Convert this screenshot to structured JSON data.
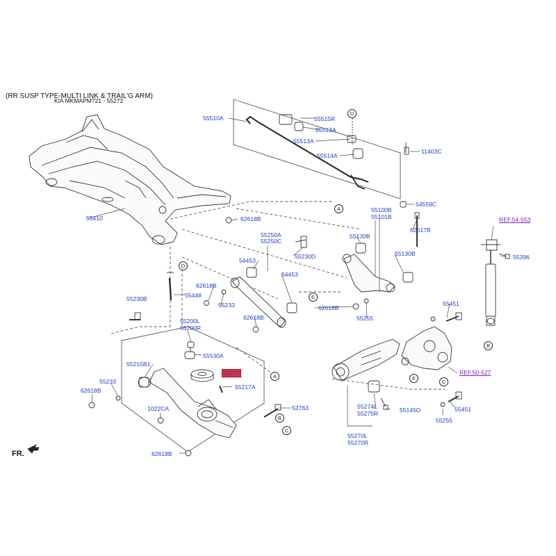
{
  "header": {
    "title": "(RR SUSP TYPE-MULTI LINK & TRAIL'G ARM)",
    "subtitle": "KIA MKMAPM721 - 55272"
  },
  "direction_label": "FR.",
  "highlighted_part": "55272",
  "colors": {
    "label": "#1a3fc4",
    "ref": "#7a1fa8",
    "highlight": "#e0333e",
    "line": "#333333"
  },
  "parts": {
    "p55510A": "55510A",
    "p55515R": "55515R",
    "p55513A_1": "55513A",
    "p55513A_2": "55513A",
    "p55514A": "55514A",
    "p11403C": "11403C",
    "p54559C": "54559C",
    "p55100B": "55100B",
    "p55101B": "55101B",
    "p62617B": "62617B",
    "p55410": "55410",
    "p62618B_1": "62618B",
    "p55250A": "55250A",
    "p55250C": "55250C",
    "p55230D": "55230D",
    "p55130B_1": "55130B",
    "p55130B_2": "55130B",
    "p54453_1": "54453",
    "p54453_2": "54453",
    "p55396": "55396",
    "p62618B_2": "62618B",
    "p55448": "55448",
    "p55233_1": "55233",
    "p62618B_3": "62618B",
    "p62618B_4": "62618B",
    "p55230B": "55230B",
    "p55255_1": "55255",
    "p55451_1": "55451",
    "p55200L": "55200L",
    "p55200R": "55200R",
    "p55530A": "55530A",
    "p55215B1": "55215B1",
    "p55217A": "55217A",
    "p55233_2": "55233",
    "p62618B_5": "62618B",
    "p1022CA": "1022CA",
    "p52763": "52763",
    "p62618B_6": "62618B",
    "p55274L": "55274L",
    "p55275R": "55275R",
    "p55145D": "55145D",
    "p55270L": "55270L",
    "p55270R": "55270R",
    "p55451_2": "55451",
    "p55255_2": "55255"
  },
  "refs": {
    "ref1": "REF.54-553",
    "ref2": "REF.50-527"
  },
  "callouts": {
    "A": "A",
    "B": "B",
    "C": "C",
    "D": "D",
    "E": "E"
  }
}
